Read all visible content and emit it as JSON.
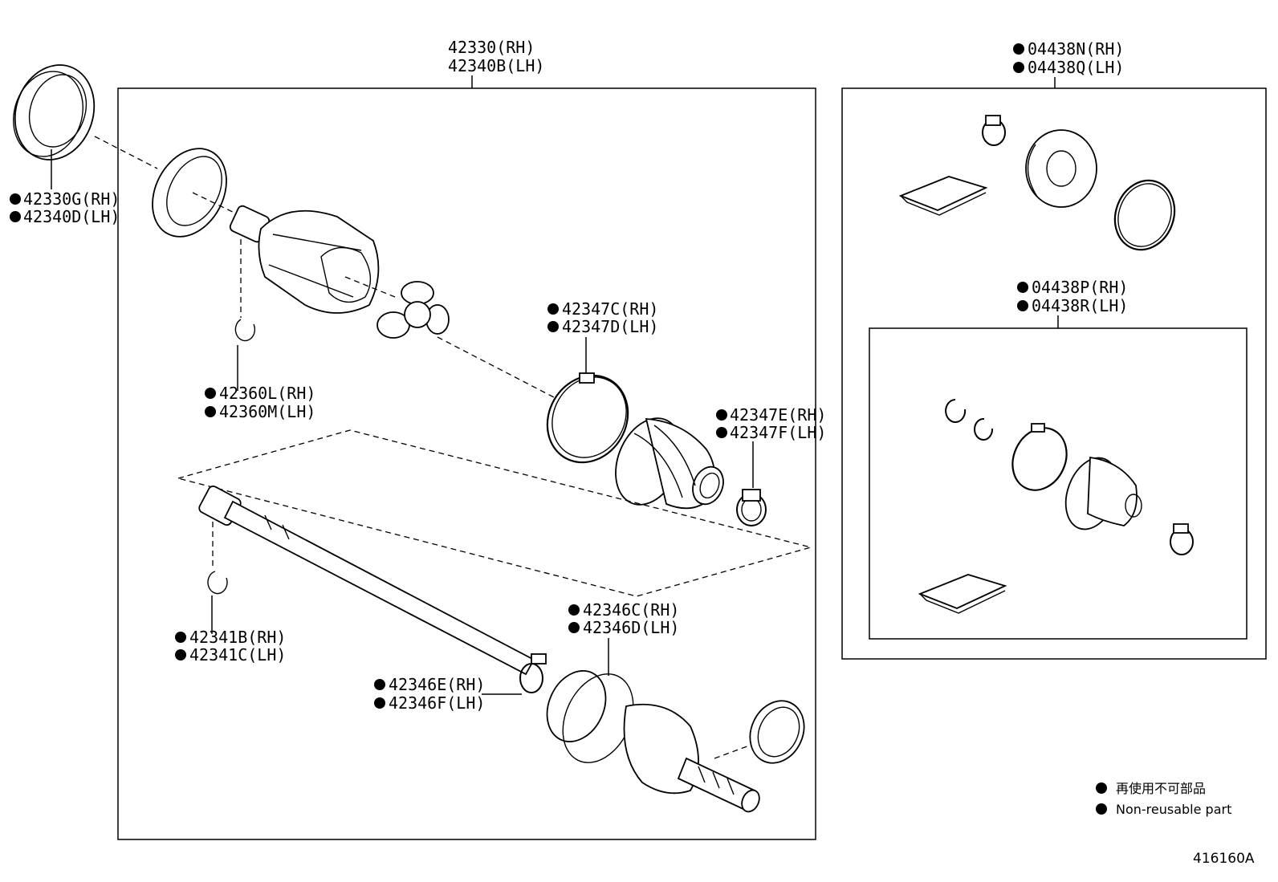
{
  "assembly": {
    "line1": "42330(RH)",
    "line2": "42340B(LH)"
  },
  "labels": {
    "p42330G": {
      "rh": "42330G(RH)",
      "lh": "42340D(LH)"
    },
    "p42360L": {
      "rh": "42360L(RH)",
      "lh": "42360M(LH)"
    },
    "p42347C": {
      "rh": "42347C(RH)",
      "lh": "42347D(LH)"
    },
    "p42347E": {
      "rh": "42347E(RH)",
      "lh": "42347F(LH)"
    },
    "p42341B": {
      "rh": "42341B(RH)",
      "lh": "42341C(LH)"
    },
    "p42346C": {
      "rh": "42346C(RH)",
      "lh": "42346D(LH)"
    },
    "p42346E": {
      "rh": "42346E(RH)",
      "lh": "42346F(LH)"
    },
    "p04438N": {
      "rh": "04438N(RH)",
      "lh": "04438Q(LH)"
    },
    "p04438P": {
      "rh": "04438P(RH)",
      "lh": "04438R(LH)"
    }
  },
  "legend": {
    "jp": "再使用不可部品",
    "en": "Non-reusable part"
  },
  "drawing_code": "416160A",
  "colors": {
    "ink": "#000000",
    "paper": "#ffffff"
  }
}
